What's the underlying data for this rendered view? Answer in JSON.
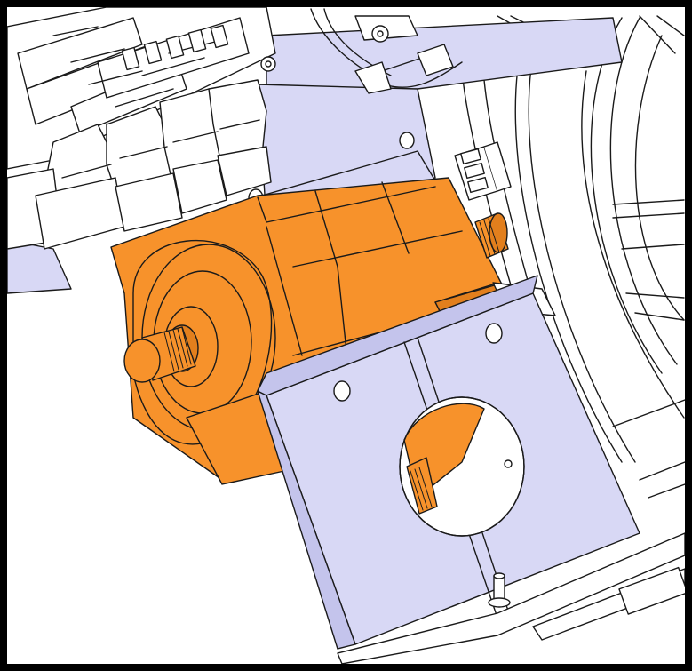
{
  "colors": {
    "frame": "#000000",
    "background": "#ffffff",
    "highlight_part": "#f7922b",
    "highlight_part_shadow": "#e27f1d",
    "bracket_panel": "#d8d8f5",
    "bracket_panel_dark": "#c4c4ec",
    "line_art": "#1a1a1a"
  },
  "diagram": {
    "highlighted_component": "orange-motor-assembly",
    "mounting_component": "lavender-mounting-bracket",
    "icons": [
      "relay-block",
      "mounting-hole",
      "knurled-knob",
      "wire-harness",
      "connector"
    ]
  }
}
